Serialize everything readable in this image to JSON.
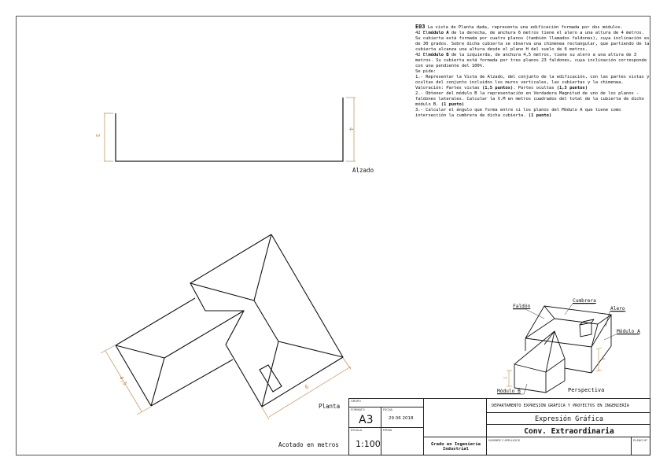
{
  "statement": {
    "code": "E03",
    "intro": " La vista de Planta dada, representa una edificación formada por dos módulos.",
    "p1_prefix": "42 El",
    "p1_bold": "módulo A",
    "p1_text": " de la derecha, de anchura 6 metros tiene el alero a una altura de 4 metros. Su cubierta está formada por cuatro planos (también llamados faldones), cuya inclinación es de 30 grados. Sobre dicha cubierta se observa una chimenea rectangular, que partiendo de la cubierta alcanza una altura desde el plano H del suelo de 6 metros.",
    "p2_prefix": "42 El",
    "p2_bold": "módulo B",
    "p2_text": " de la izquierda, de anchura 4,5 metros, tiene su alero a una altura de 3 metros. Su cubierta está formada por tres planos 23 faldones, cuya inclinación corresponde con una pendiente del 100%.",
    "se_pide": "Se pide:",
    "q1": "1.- Representar la Vista de Alzado, del conjunto de la edificación, con las partes vistas y ocultas del conjunto incluidos los muros verticales, las cubiertas y la chimenea.",
    "valoracion_prefix": "Valoración: Partes vistas ",
    "valoracion_b1": "(1,5 puntos)",
    "valoracion_mid": ". Partes ocultas ",
    "valoracion_b2": "(1,5 puntos)",
    "q2": "2.- Obtener del módulo B la representación en Verdadera Magnitud de uno de los planos - faldones laterales. Calcular la V.M en metros cuadrados del total de la cubierta de dicho módulo B. ",
    "q2_points": "(1 punto)",
    "q3": "3.- Calcular el ángulo que forma entre si los planos del Módulo A que tiene como intersección la cumbrera de dicha cubierta. ",
    "q3_points": "(1 punto)"
  },
  "alzado": {
    "label": "Alzado",
    "dim_left": "3",
    "dim_right": "4"
  },
  "planta": {
    "label": "Planta",
    "dim_b": "4,5",
    "dim_a": "6",
    "units_note": "Acotado en metros"
  },
  "perspective": {
    "title": "Perspectiva",
    "labels": {
      "faldon": "Faldón",
      "cumbrera": "Cumbrera",
      "alero": "Alero",
      "modulo_a": "Módulo A",
      "modulo_b": "Módulo B"
    },
    "dim_b": "3",
    "dim_a": "4"
  },
  "title_block": {
    "grupo_label": "GRUPO",
    "grupo_value": "",
    "formato_label": "FORMATO",
    "formato_value": "A3",
    "fecha_label": "FECHA",
    "fecha_value": "29 06 2018",
    "escala_label": "ESCALA",
    "escala_value": "1:100",
    "firma_label": "FIRMA",
    "degree": "Grado en Ingeniería Industrial",
    "department": "DEPARTAMENTO EXPRESIÓN GRÁFICA Y PROYECTOS EN INGENIERÍA",
    "subject": "Expresión Gráfica",
    "exam": "Conv. Extraordinaria",
    "nombre_label": "NOMBRE Y APELLIDOS",
    "plano_label": "PLANO Nº"
  },
  "colors": {
    "line": "#111111",
    "dimension": "#c08a50",
    "logo_teal": "#1e8aa0",
    "logo_blue": "#1a3e8a"
  }
}
